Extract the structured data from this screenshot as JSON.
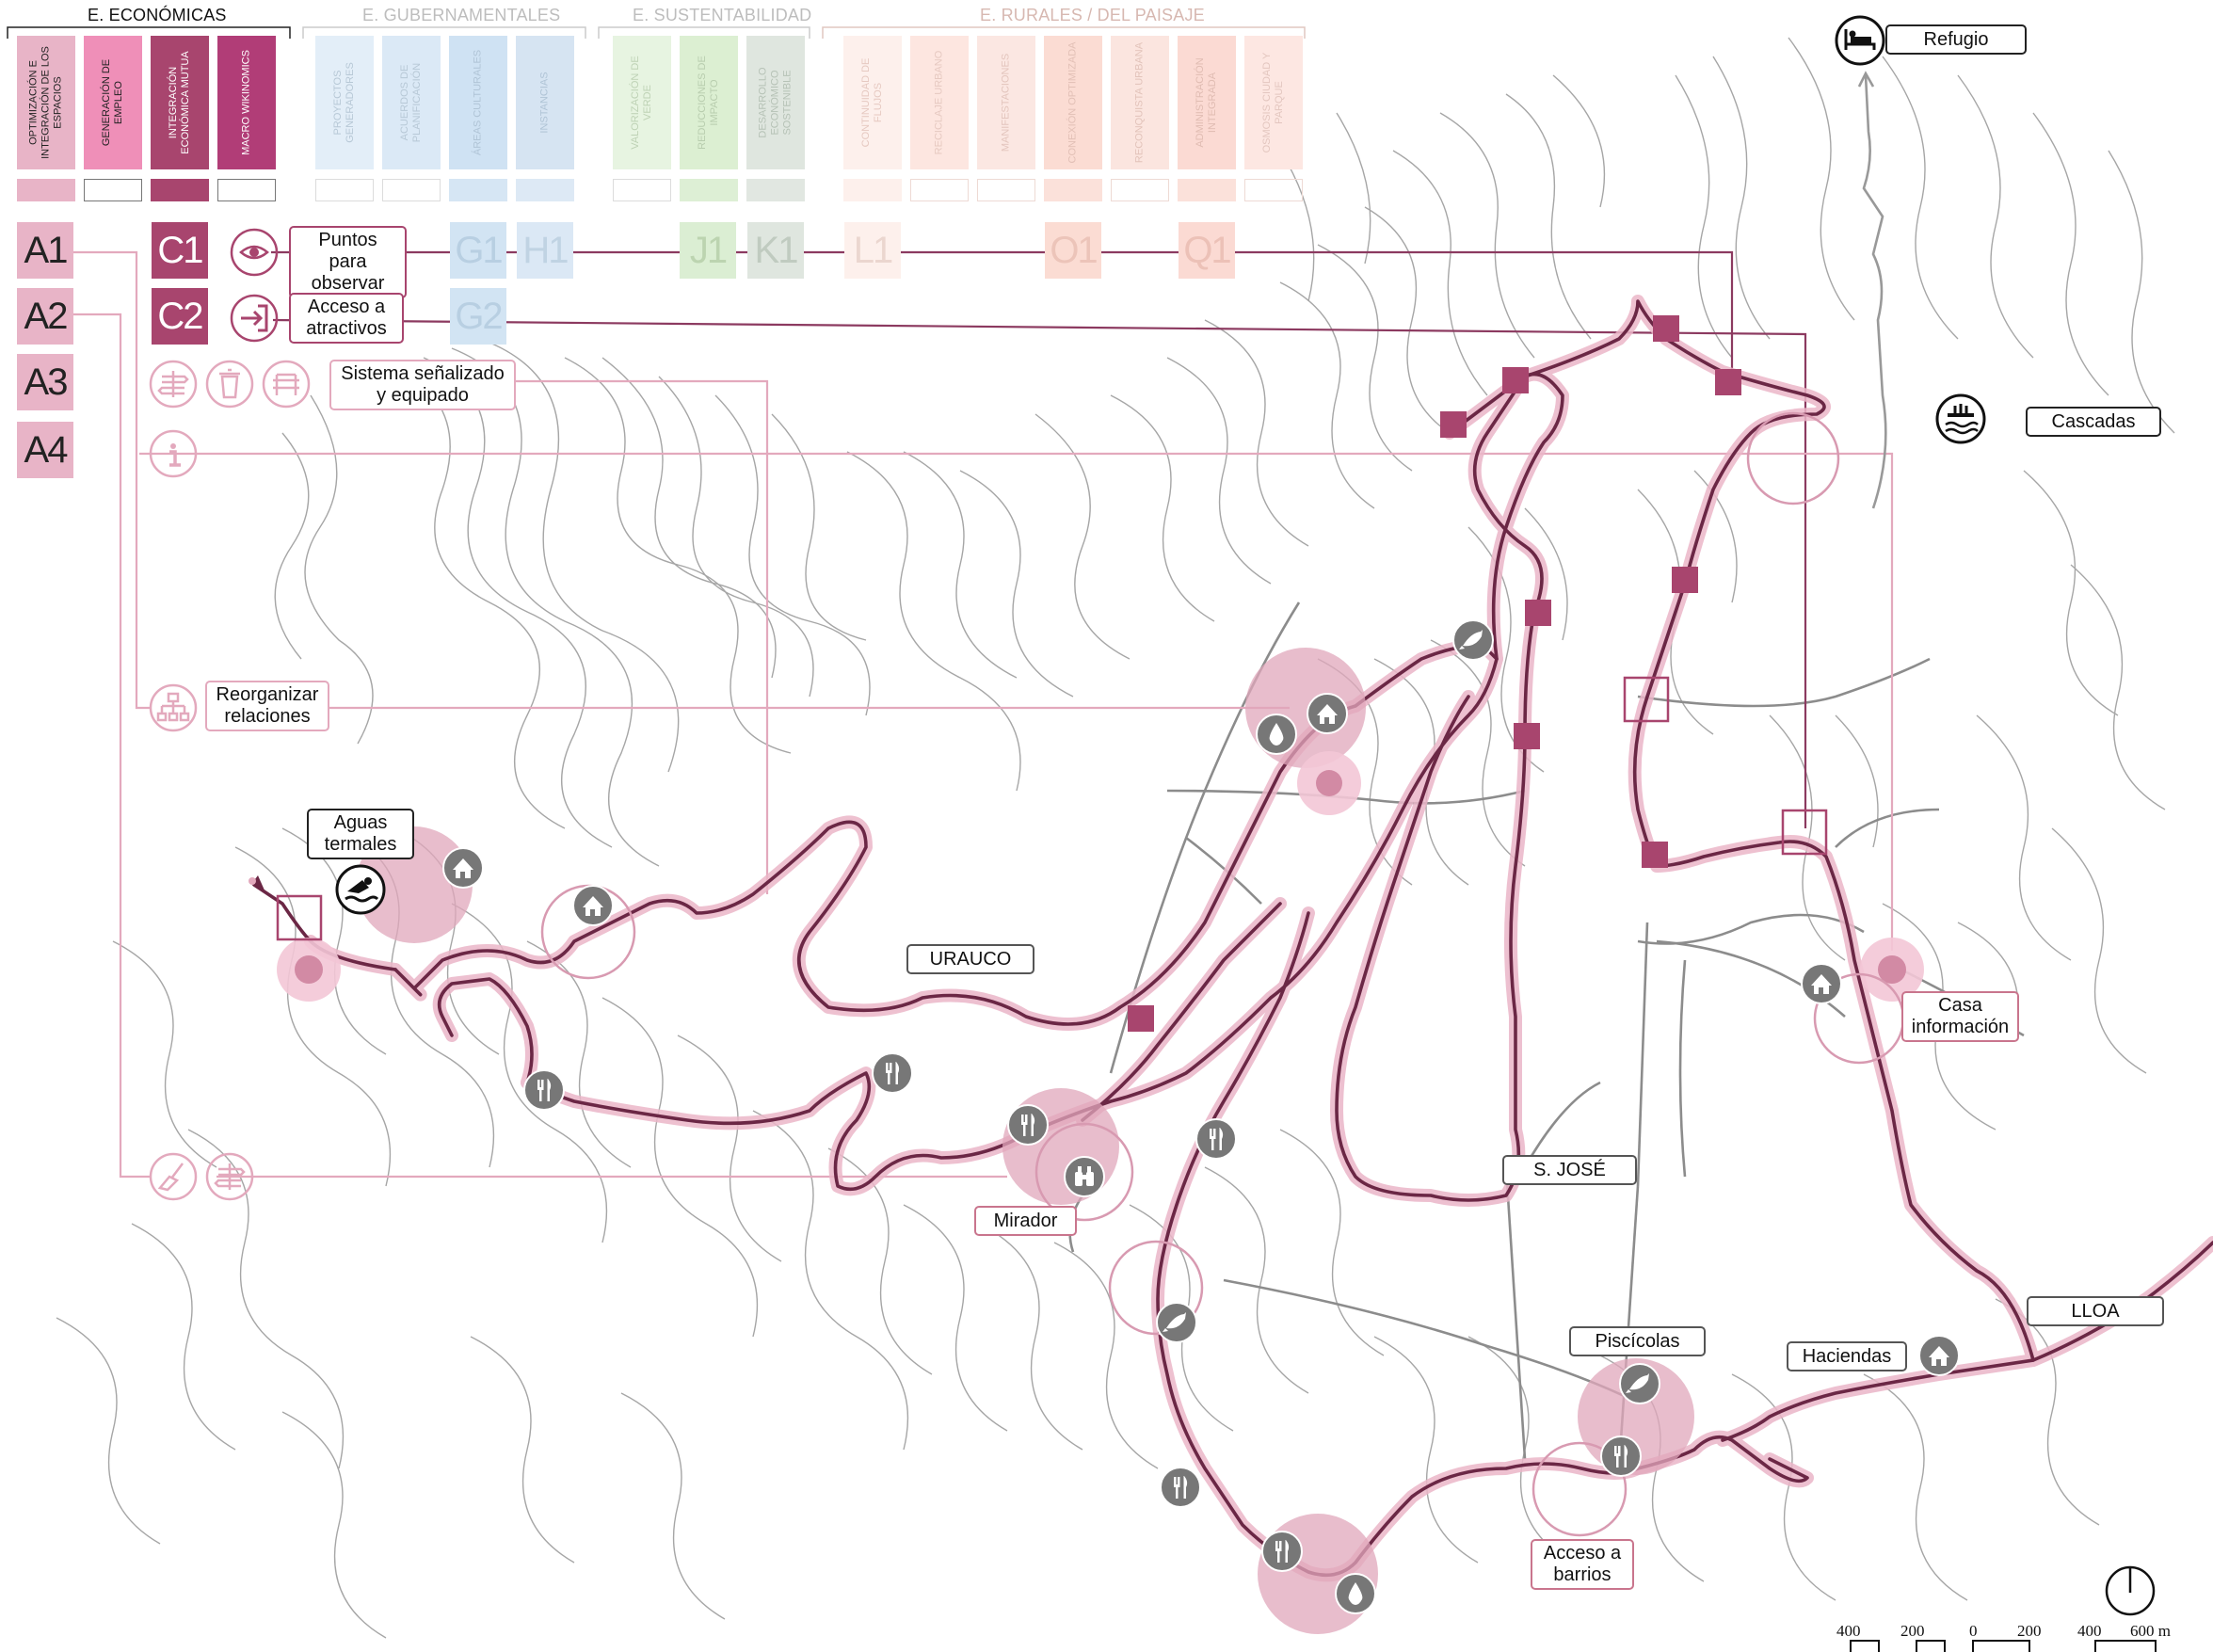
{
  "header": {
    "categories": [
      {
        "id": "economicas",
        "label": "E. ECONÓMICAS"
      },
      {
        "id": "gubernamentales",
        "label": "E. GUBERNAMENTALES"
      },
      {
        "id": "sustentabilidad",
        "label": "E. SUSTENTABILIDAD"
      },
      {
        "id": "rurales",
        "label": "E. RURALES / DEL PAISAJE"
      }
    ],
    "columns": [
      {
        "label": "OPTIMIZACIÓN E INTEGRACIÓN DE LOS ESPACIOS"
      },
      {
        "label": "GENERACIÓN DE EMPLEO"
      },
      {
        "label": "INTEGRACIÓN ECONÓMICA MUTUA"
      },
      {
        "label": "MACRO WIKINOMICS"
      },
      {
        "label": "PROYECTOS GENERADORES"
      },
      {
        "label": "ACUERDOS DE PLANIFICACIÓN"
      },
      {
        "label": "ÁREAS CULTURALES"
      },
      {
        "label": "INSTANCIAS"
      },
      {
        "label": "VALORIZACIÓN DE VERDE"
      },
      {
        "label": "REDUCCIONES DE IMPACTO"
      },
      {
        "label": "DESARROLLO ECONÓMICO SOSTENIBLE"
      },
      {
        "label": "CONTINUIDAD DE FLUJOS"
      },
      {
        "label": "RECICLAJE URBANO"
      },
      {
        "label": "MANIFESTACIONES"
      },
      {
        "label": "CONEXIÓN OPTIMIZADA"
      },
      {
        "label": "RECONQUISTA URBANA"
      },
      {
        "label": "ADMINISTRACIÓN INTEGRADA"
      },
      {
        "label": "OSMOSIS CIUDAD Y PARQUE"
      }
    ],
    "codes": {
      "a1": "A1",
      "a2": "A2",
      "a3": "A3",
      "a4": "A4",
      "c1": "C1",
      "c2": "C2",
      "g1": "G1",
      "g2": "G2",
      "h1": "H1",
      "j1": "J1",
      "k1": "K1",
      "l1": "L1",
      "o1": "O1",
      "q1": "Q1"
    }
  },
  "strategies": {
    "puntos_observar": "Puntos para observar",
    "acceso_atractivos": "Acceso a atractivos",
    "sistema_senalizado": "Sistema señalizado y equipado",
    "reorganizar": "Reorganizar relaciones"
  },
  "places": {
    "refugio": "Refugio",
    "cascadas": "Cascadas",
    "aguas_termales": "Aguas termales",
    "urauco": "URAUCO",
    "mirador": "Mirador",
    "s_jose": "S. JOSÉ",
    "casa_informacion": "Casa información",
    "lloa": "LLOA",
    "haciendas": "Haciendas",
    "piscicolas": "Piscícolas",
    "acceso_barrios": "Acceso a barrios"
  },
  "scale": {
    "ticks": [
      "400",
      "200",
      "0",
      "200",
      "400",
      "600 m"
    ]
  },
  "colors": {
    "route": "#7a2a4a",
    "route_glow": "#e7b3c4",
    "magenta": "#a8456e",
    "pink_light": "#e8b4c7",
    "pink_mid": "#ef8fb8",
    "contour": "#9e9e9e",
    "road": "#8a8a8a",
    "gov_faded": "#d2e4f3",
    "sus_faded": "#dbeed3",
    "rur_faded": "#fbe1dc"
  },
  "icons": [
    "eye-icon",
    "enter-icon",
    "signpost-icon",
    "trash-icon",
    "bench-icon",
    "info-icon",
    "network-icon",
    "broom-icon",
    "house-icon",
    "restaurant-icon",
    "binoculars-icon",
    "water-drop-icon",
    "fish-icon",
    "swimmer-icon",
    "waterfall-icon",
    "bed-icon",
    "north-arrow-icon"
  ]
}
